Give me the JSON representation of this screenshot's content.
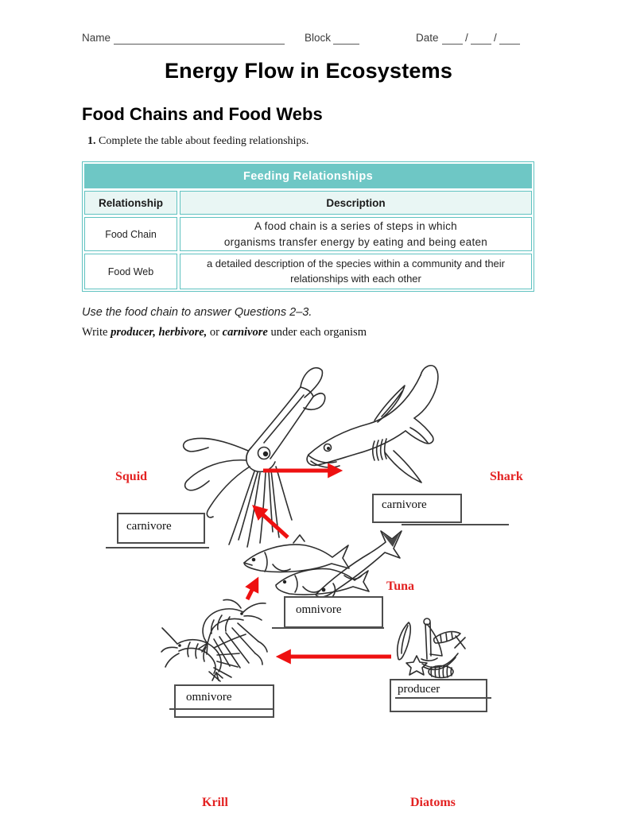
{
  "header": {
    "name_label": "Name",
    "block_label": "Block",
    "date_label": "Date",
    "date_separator": "/"
  },
  "title": "Energy Flow in Ecosystems",
  "section_heading": "Food Chains and Food Webs",
  "question1": {
    "number": "1.",
    "text": " Complete the table about feeding relationships."
  },
  "table": {
    "caption": "Feeding Relationships",
    "col_headers": [
      "Relationship",
      "Description"
    ],
    "rows": [
      {
        "relationship": "Food Chain",
        "lines": [
          "A food chain is a series of steps in which",
          "organisms transfer energy by eating and being eaten"
        ]
      },
      {
        "relationship": "Food Web",
        "lines": [
          "a detailed description of the species within a community and their",
          "relationships with each other"
        ]
      }
    ],
    "colors": {
      "caption_bg": "#6ec7c5",
      "caption_text": "#ffffff",
      "header_bg": "#e9f6f4",
      "border": "#5fc2c0"
    }
  },
  "instructions": {
    "use_line": "Use the food chain to answer Questions 2–3.",
    "write_parts": {
      "prefix": "Write ",
      "bold1": "producer, herbivore,",
      "mid": " or ",
      "bold2": "carnivore",
      "suffix": " under each organism"
    }
  },
  "diagram": {
    "organisms": [
      {
        "id": "squid",
        "label": "Squid",
        "answer": "carnivore"
      },
      {
        "id": "shark",
        "label": "Shark",
        "answer": "carnivore"
      },
      {
        "id": "tuna",
        "label": "Tuna",
        "answer": "omnivore"
      },
      {
        "id": "krill",
        "label": "Krill",
        "answer": "omnivore"
      },
      {
        "id": "diatoms",
        "label": "Diatoms",
        "answer": "producer"
      }
    ],
    "label_color": "#e32222",
    "arrow_color": "#ee1111"
  }
}
